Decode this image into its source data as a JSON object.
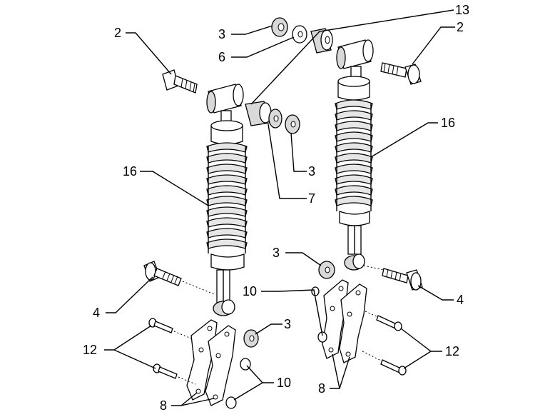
{
  "diagram": {
    "callouts": [
      {
        "id": "c-2-left",
        "label": "2"
      },
      {
        "id": "c-3-top",
        "label": "3"
      },
      {
        "id": "c-6",
        "label": "6"
      },
      {
        "id": "c-13",
        "label": "13"
      },
      {
        "id": "c-2-right",
        "label": "2"
      },
      {
        "id": "c-16-left",
        "label": "16"
      },
      {
        "id": "c-16-right",
        "label": "16"
      },
      {
        "id": "c-3-mid",
        "label": "3"
      },
      {
        "id": "c-7",
        "label": "7"
      },
      {
        "id": "c-3-right",
        "label": "3"
      },
      {
        "id": "c-10-right",
        "label": "10"
      },
      {
        "id": "c-4-right",
        "label": "4"
      },
      {
        "id": "c-4-left",
        "label": "4"
      },
      {
        "id": "c-3-low",
        "label": "3"
      },
      {
        "id": "c-12-left",
        "label": "12"
      },
      {
        "id": "c-12-right",
        "label": "12"
      },
      {
        "id": "c-10-left",
        "label": "10"
      },
      {
        "id": "c-8-left",
        "label": "8"
      },
      {
        "id": "c-8-right",
        "label": "8"
      }
    ]
  }
}
